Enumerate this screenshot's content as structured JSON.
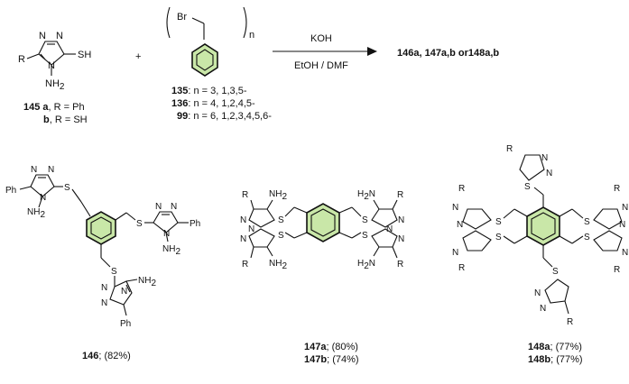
{
  "reagents": {
    "triazole": {
      "atoms": {
        "n1": "N",
        "n2": "N",
        "n4": "N",
        "r": "R",
        "sh": "SH",
        "nh2": "NH",
        "nh2_sub": "2"
      },
      "compound_line_1_num": "145",
      "compound_line_1_bold": "a",
      "compound_line_1_rest": ", R = Ph",
      "compound_line_2_bold": "b",
      "compound_line_2_rest": ", R = SH"
    },
    "plus": "+",
    "bromide": {
      "br": "Br",
      "n": "n",
      "rows": [
        {
          "num": "135",
          "text": ": n = 3,  1,3,5-"
        },
        {
          "num": "136",
          "text": ": n = 4,  1,2,4,5-"
        },
        {
          "num": "99",
          "text": ": n = 6,  1,2,3,4,5,6-"
        }
      ]
    }
  },
  "arrow": {
    "above": "KOH",
    "below": "EtOH / DMF"
  },
  "product_label": "146a, 147a,b or148a,b",
  "products": {
    "p146": {
      "num": "146",
      "yield": "; (82%)",
      "ph": "Ph",
      "s": "S",
      "n": "N",
      "nh2": "NH",
      "sub2": "2"
    },
    "p147": {
      "rows": [
        {
          "num": "147a",
          "yield": "; (80%)"
        },
        {
          "num": "147b",
          "yield": "; (74%)"
        }
      ],
      "r": "R",
      "s": "S",
      "n": "N",
      "nh2": "NH",
      "h2n": "H",
      "sub2": "2"
    },
    "p148": {
      "rows": [
        {
          "num": "148a",
          "yield": "; (77%)"
        },
        {
          "num": "148b",
          "yield": "; (77%)"
        }
      ],
      "r": "R",
      "s": "S",
      "n": "N"
    }
  },
  "colors": {
    "ring_fill": "#c9e7a8",
    "ink": "#111111"
  }
}
